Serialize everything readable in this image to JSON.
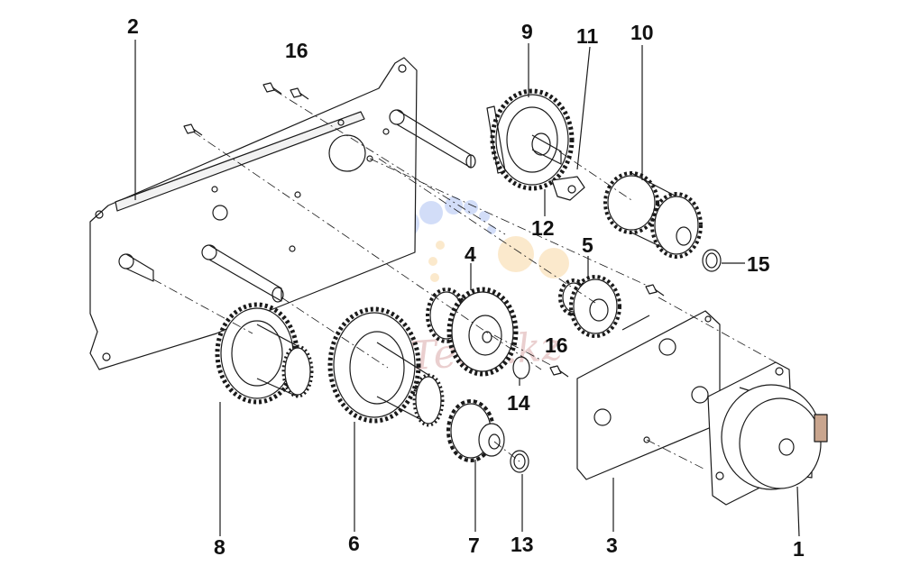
{
  "diagram": {
    "callouts": {
      "c1": "1",
      "c2": "2",
      "c3": "3",
      "c4": "4",
      "c5": "5",
      "c6": "6",
      "c7": "7",
      "c8": "8",
      "c9": "9",
      "c10": "10",
      "c11": "11",
      "c12": "12",
      "c13": "13",
      "c14": "14",
      "c15": "15",
      "c16a": "16",
      "c16b": "16"
    },
    "colors": {
      "line": "#1a1a1a",
      "watermark_blue": "#7d9ee8",
      "watermark_orange": "#f6c27a",
      "watermark_text": "#d9a9a9"
    }
  }
}
